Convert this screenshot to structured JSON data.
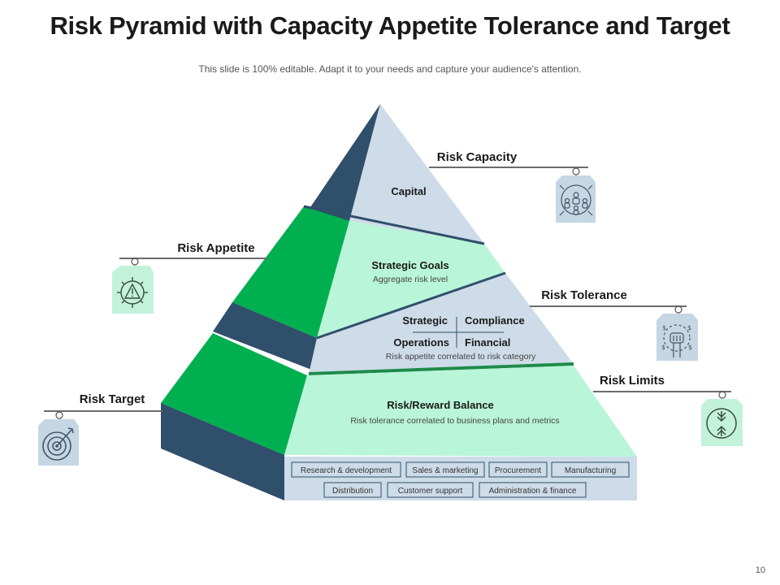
{
  "slide": {
    "title": "Risk Pyramid with Capacity Appetite Tolerance and Target",
    "subtitle": "This slide is 100% editable. Adapt it to your needs and capture your audience's attention.",
    "page_number": "10"
  },
  "pyramid": {
    "levels": [
      {
        "title": "Capital",
        "subtitle": ""
      },
      {
        "title": "Strategic Goals",
        "subtitle": "Aggregate risk level"
      },
      {
        "title": "",
        "subtitle": "Risk appetite correlated to risk category",
        "quadrants": [
          "Strategic",
          "Compliance",
          "Operations",
          "Financial"
        ]
      },
      {
        "title": "Risk/Reward Balance",
        "subtitle": "Risk tolerance correlated to business plans and metrics"
      }
    ],
    "base_categories_row1": [
      "Research & development",
      "Sales & marketing",
      "Procurement",
      "Manufacturing"
    ],
    "base_categories_row2": [
      "Distribution",
      "Customer support",
      "Administration & finance"
    ]
  },
  "tags": {
    "risk_capacity": {
      "label": "Risk Capacity",
      "icon": "people-network-icon"
    },
    "risk_appetite": {
      "label": "Risk Appetite",
      "icon": "gear-warning-icon"
    },
    "risk_tolerance": {
      "label": "Risk Tolerance",
      "icon": "money-hand-icon"
    },
    "risk_limits": {
      "label": "Risk Limits",
      "icon": "arrows-limit-icon"
    },
    "risk_target": {
      "label": "Risk Target",
      "icon": "target-icon"
    }
  },
  "colors": {
    "green": "#00b050",
    "light_green": "#b9f5d8",
    "navy": "#2f4f6b",
    "light_blue": "#cddce8",
    "tag_blue": "#c5d6e4",
    "tag_green": "#c3f2da"
  }
}
